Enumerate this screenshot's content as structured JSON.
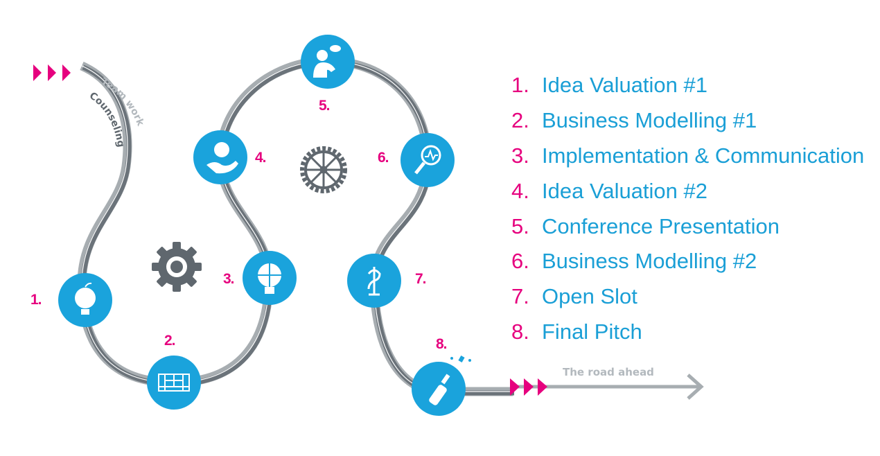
{
  "colors": {
    "accent": "#e6007e",
    "blue": "#1aa3dc",
    "road_dark": "#6b737a",
    "road_light": "#a7adb1"
  },
  "road_labels": {
    "counseling": "Counseling",
    "team_work": "Team work",
    "road_ahead": "The road ahead"
  },
  "steps": [
    {
      "num": "1.",
      "icon": "apple-lightbulb-icon"
    },
    {
      "num": "2.",
      "icon": "business-canvas-icon"
    },
    {
      "num": "3.",
      "icon": "puzzle-lightbulb-icon"
    },
    {
      "num": "4.",
      "icon": "apple-in-hand-icon"
    },
    {
      "num": "5.",
      "icon": "presenter-icon"
    },
    {
      "num": "6.",
      "icon": "magnifier-chart-icon"
    },
    {
      "num": "7.",
      "icon": "caduceus-icon"
    },
    {
      "num": "8.",
      "icon": "champagne-bottle-icon"
    }
  ],
  "list": [
    {
      "num": "1.",
      "label": "Idea Valuation #1"
    },
    {
      "num": "2.",
      "label": "Business Modelling #1"
    },
    {
      "num": "3.",
      "label": "Implementation & Communication"
    },
    {
      "num": "4.",
      "label": "Idea Valuation #2"
    },
    {
      "num": "5.",
      "label": "Conference Presentation"
    },
    {
      "num": "6.",
      "label": "Business Modelling #2"
    },
    {
      "num": "7.",
      "label": "Open Slot"
    },
    {
      "num": "8.",
      "label": "Final Pitch"
    }
  ]
}
